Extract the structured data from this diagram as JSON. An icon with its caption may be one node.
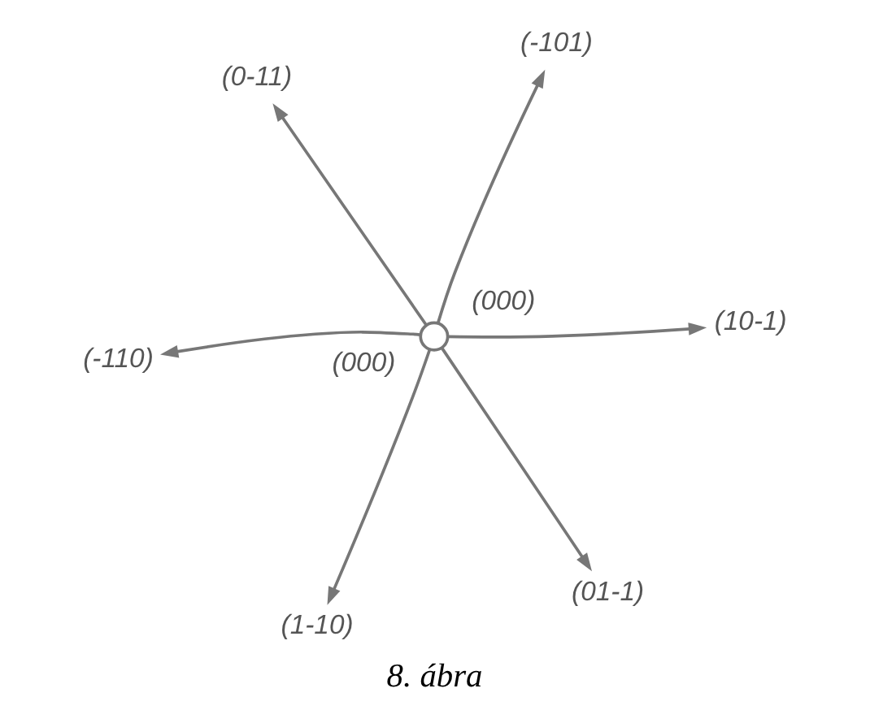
{
  "diagram": {
    "caption": "8. ábra",
    "nodes": [
      {
        "text": [
          "(0-11)"
        ]
      },
      {
        "text": [
          "(-101)"
        ]
      },
      {
        "text": [
          "(1-10)"
        ]
      },
      {
        "text": [],
        "shape": "circle",
        "beside": [
          "(000)",
          "(000)"
        ]
      },
      {
        "text": [
          "(-110)"
        ]
      },
      {
        "text": [
          "(10-1)"
        ]
      },
      {
        "text": [
          "(01-1)"
        ]
      }
    ],
    "edges": [
      {
        "from": 3,
        "to": 0,
        "arrow": "to"
      },
      {
        "from": 3,
        "to": 1,
        "arrow": "to"
      },
      {
        "from": 3,
        "to": 2,
        "arrow": "to"
      },
      {
        "from": 3,
        "to": 4,
        "arrow": "to"
      },
      {
        "from": 3,
        "to": 5,
        "arrow": "to"
      },
      {
        "from": 3,
        "to": 6,
        "arrow": "to"
      }
    ]
  }
}
